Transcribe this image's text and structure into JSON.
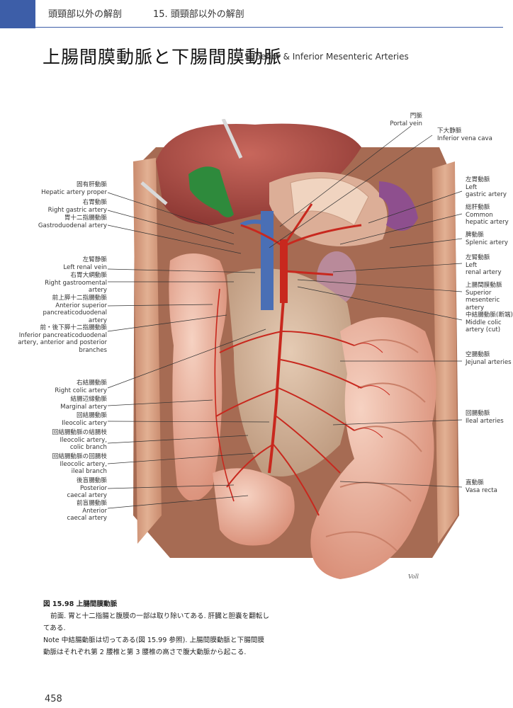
{
  "header": {
    "section": "頭頸部以外の解剖",
    "chapter": "15. 頭頸部以外の解剖"
  },
  "title": {
    "ja": "上腸間膜動脈と下腸間膜動脈",
    "en": "Superior & Inferior Mesenteric Arteries"
  },
  "labels_left": [
    {
      "ja": "固有肝動脈",
      "en": "Hepatic artery proper"
    },
    {
      "ja": "右胃動脈",
      "en": "Right gastric artery"
    },
    {
      "ja": "胃十二指腸動脈",
      "en": "Gastroduodenal artery"
    },
    {
      "ja": "左腎静脈",
      "en": "Left renal vein"
    },
    {
      "ja": "右胃大網動脈",
      "en": "Right gastroomental\nartery"
    },
    {
      "ja": "前上膵十二指腸動脈",
      "en": "Anterior superior\npancreaticoduodenal\nartery"
    },
    {
      "ja": "前・後下膵十二指腸動脈",
      "en": "Inferior pancreaticoduodenal\nartery, anterior and posterior\nbranches"
    },
    {
      "ja": "右結腸動脈",
      "en": "Right colic artery"
    },
    {
      "ja": "結腸辺縁動脈",
      "en": "Marginal artery"
    },
    {
      "ja": "回結腸動脈",
      "en": "Ileocolic artery"
    },
    {
      "ja": "回結腸動脈の結腸枝",
      "en": "Ileocolic artery,\ncolic branch"
    },
    {
      "ja": "回結腸動脈の回腸枝",
      "en": "Ileocolic artery,\nileal branch"
    },
    {
      "ja": "後盲腸動脈",
      "en": "Posterior\ncaecal artery"
    },
    {
      "ja": "前盲腸動脈",
      "en": "Anterior\ncaecal artery"
    }
  ],
  "labels_right": [
    {
      "ja": "門脈",
      "en": "Portal vein"
    },
    {
      "ja": "下大静脈",
      "en": "Inferior vena cava"
    },
    {
      "ja": "左胃動脈",
      "en": "Left\ngastric artery"
    },
    {
      "ja": "総肝動脈",
      "en": "Common\nhepatic artery"
    },
    {
      "ja": "脾動脈",
      "en": "Splenic artery"
    },
    {
      "ja": "左腎動脈",
      "en": "Left\nrenal artery"
    },
    {
      "ja": "上腸間膜動脈",
      "en": "Superior\nmesenteric\nartery"
    },
    {
      "ja": "中結腸動脈(断端)",
      "en": "Middle colic\nartery (cut)"
    },
    {
      "ja": "空腸動脈",
      "en": "Jejunal arteries"
    },
    {
      "ja": "回腸動脈",
      "en": "Ileal arteries"
    },
    {
      "ja": "直動脈",
      "en": "Vasa recta"
    }
  ],
  "caption": {
    "fig_no": "図 15.98 上腸間膜動脈",
    "line1": "前面. 胃と十二指腸と腹膜の一部は取り除いてある. 肝臓と胆嚢を翻転し",
    "line2": "てある.",
    "line3": "Note 中結腸動脈は切ってある(図 15.99 参照). 上腸間膜動脈と下腸間膜",
    "line4": "動脈はそれぞれ第 2 腰椎と第 3 腰椎の高さで腹大動脈から起こる."
  },
  "artist_signature": "Voll",
  "page_number": "458",
  "colors": {
    "accent": "#3d5ea8",
    "artery": "#c8281e",
    "vein": "#4a6fb5",
    "liver": "#b5504a",
    "gallbladder": "#2e8a3c",
    "intestine": "#e9b29e"
  }
}
